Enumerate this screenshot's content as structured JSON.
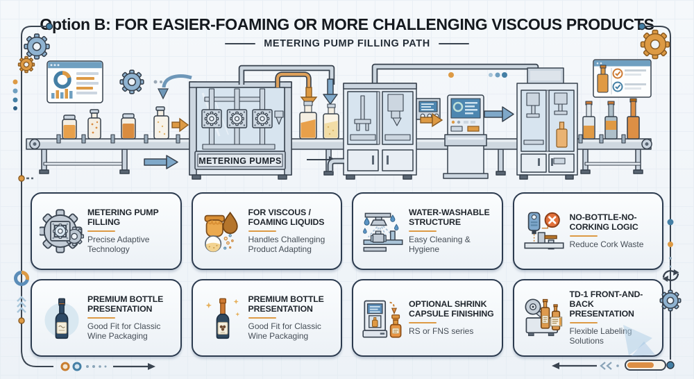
{
  "header": {
    "title": "Option B: FOR EASIER-FOAMING OR MORE CHALLENGING VISCOUS PRODUCTS",
    "subtitle": "METERING PUMP FILLING PATH"
  },
  "illustration": {
    "machine_label": "METERING PUMPS",
    "stage_icons": [
      "dashboard-window-icon",
      "gear-icon",
      "infeed-conveyor",
      "metering-pumps-machine",
      "filling-capping-machine",
      "control-kiosk",
      "corking-machine",
      "outfeed-conveyor",
      "inspection-checklist-panel"
    ]
  },
  "cards": [
    {
      "title": "METERING PUMP FILLING",
      "subtitle": "Precise Adaptive Technology",
      "icon": "metering-pump-gears-icon"
    },
    {
      "title": "FOR VISCOUS / FOAMING LIQUIDS",
      "subtitle": "Handles Challenging Product Adapting",
      "icon": "honey-jar-flask-icon"
    },
    {
      "title": "WATER-WASHABLE STRUCTURE",
      "subtitle": "Easy Cleaning & Hygiene",
      "icon": "washdown-spray-icon"
    },
    {
      "title": "NO-BOTTLE-NO-CORKING LOGIC",
      "subtitle": "Reduce Cork Waste",
      "icon": "sensor-no-bottle-icon"
    },
    {
      "title": "PREMIUM BOTTLE PRESENTATION",
      "subtitle": "Good Fit for Classic Wine Packaging",
      "icon": "classic-wine-bottle-icon"
    },
    {
      "title": "PREMIUM BOTTLE PRESENTATION",
      "subtitle": "Good Fit for Classic Wine Packaging",
      "icon": "sparkle-wine-bottle-icon"
    },
    {
      "title": "OPTIONAL SHRINK CAPSULE FINISHING",
      "subtitle": "RS or FNS series",
      "icon": "shrink-capsule-machine-icon"
    },
    {
      "title": "TD-1 FRONT-AND-BACK PRESENTATION",
      "subtitle": "Flexible Labeling Solutions",
      "icon": "labeling-machine-icon"
    }
  ],
  "decor": {
    "icons": [
      "gear-icon",
      "refresh-icon",
      "donut-chart-icon",
      "forward-arrow-icon",
      "back-arrow-icon",
      "progress-pill"
    ]
  },
  "colors": {
    "accent_orange": "#DD9A44",
    "accent_blue": "#447FA5",
    "outline": "#36404C",
    "card_border": "#2C3B4F",
    "background": "#F2F6FA"
  }
}
